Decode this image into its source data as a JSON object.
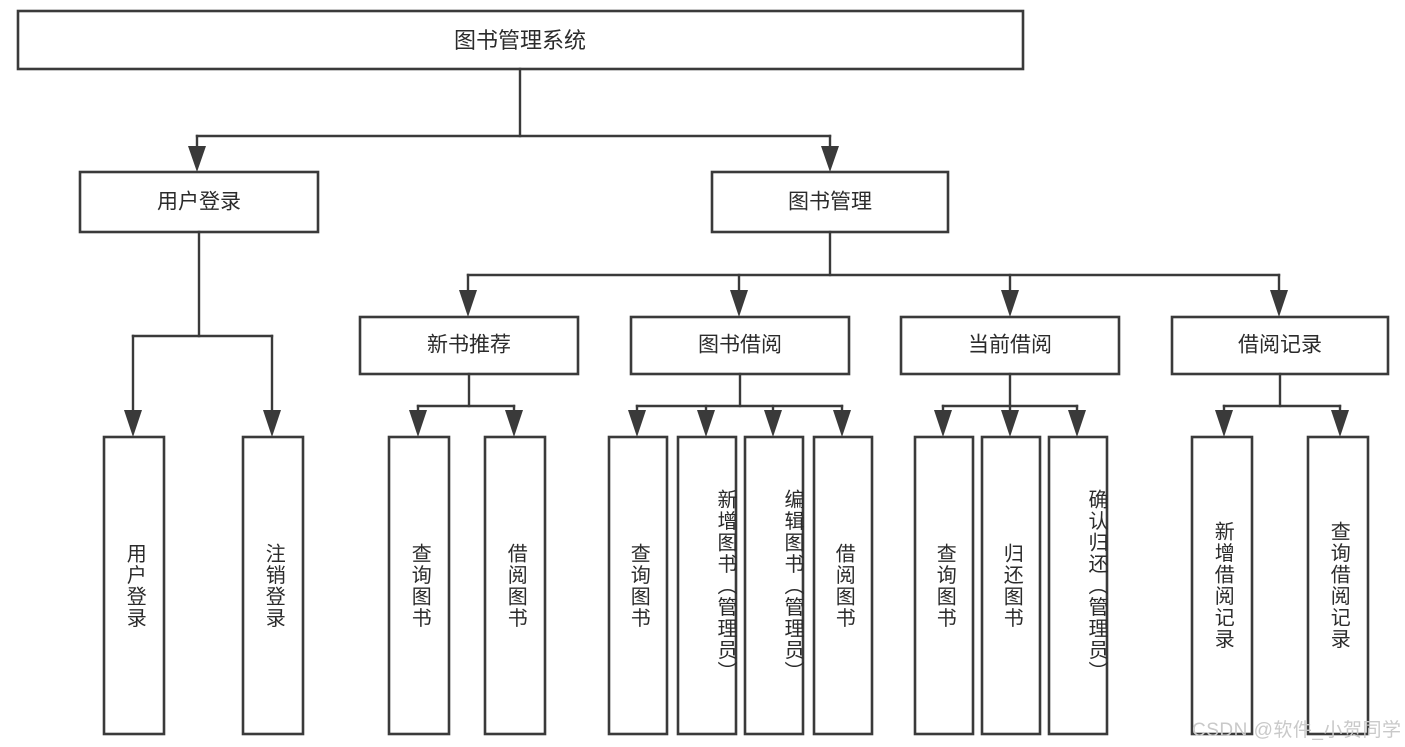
{
  "diagram": {
    "type": "hierarchy-tree",
    "title": "图书管理系统",
    "watermark": "CSDN @软件_小贺同学",
    "colors": {
      "stroke": "#3a3a3a",
      "fill": "#ffffff",
      "text": "#2b2b2b",
      "watermark": "#c9c9c9",
      "background": "#ffffff"
    },
    "root": {
      "label": "图书管理系统"
    },
    "level2": [
      {
        "label": "用户登录"
      },
      {
        "label": "图书管理"
      }
    ],
    "level3": [
      {
        "label": "新书推荐"
      },
      {
        "label": "图书借阅"
      },
      {
        "label": "当前借阅"
      },
      {
        "label": "借阅记录"
      }
    ],
    "leaves": {
      "user_login": [
        {
          "label": "用户登录"
        },
        {
          "label": "注销登录"
        }
      ],
      "new_book": [
        {
          "label": "查询图书"
        },
        {
          "label": "借阅图书"
        }
      ],
      "book_borrow": [
        {
          "label": "查询图书"
        },
        {
          "label": "新增图书（管理员）"
        },
        {
          "label": "编辑图书（管理员）"
        },
        {
          "label": "借阅图书"
        }
      ],
      "current_borrow": [
        {
          "label": "查询图书"
        },
        {
          "label": "归还图书"
        },
        {
          "label": "确认归还（管理员）"
        }
      ],
      "borrow_record": [
        {
          "label": "新增借阅记录"
        },
        {
          "label": "查询借阅记录"
        }
      ]
    }
  }
}
